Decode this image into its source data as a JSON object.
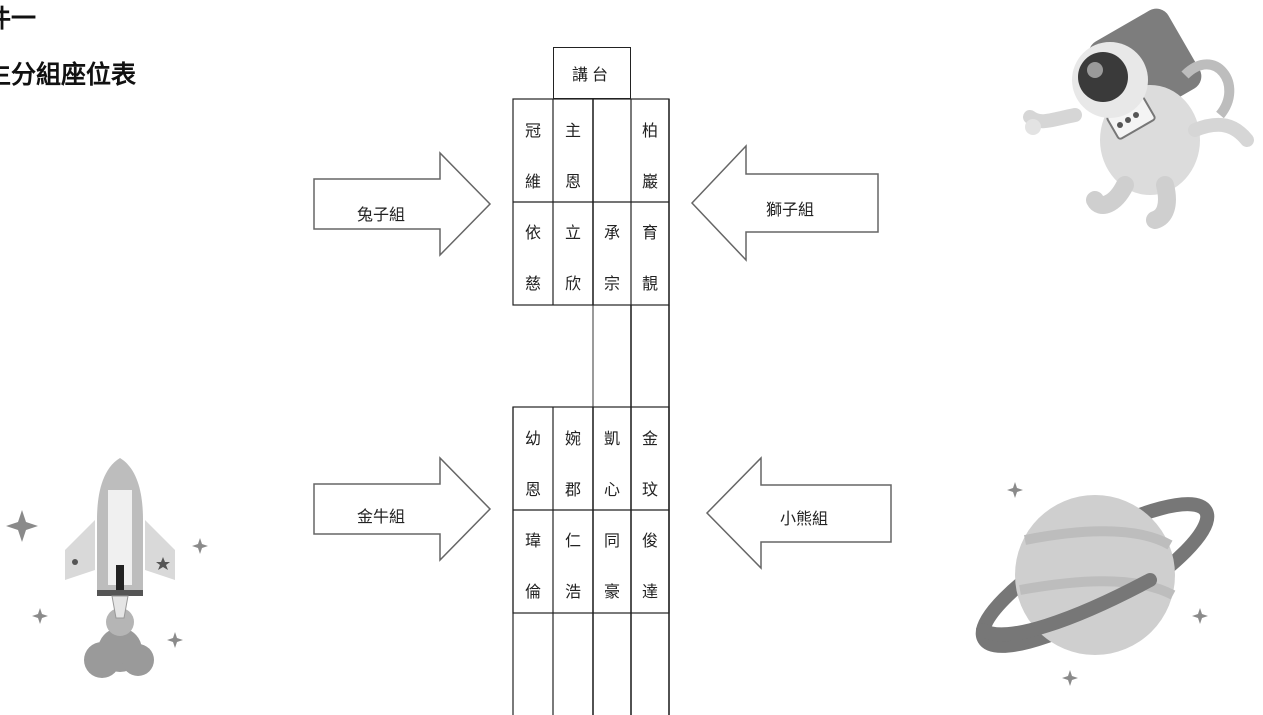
{
  "header": {
    "title_line1": "件一",
    "title_line2": "生分組座位表"
  },
  "podium_label": "講台",
  "groups": [
    {
      "name": "兔子組",
      "direction": "right"
    },
    {
      "name": "獅子組",
      "direction": "left"
    },
    {
      "name": "金牛組",
      "direction": "right"
    },
    {
      "name": "小熊組",
      "direction": "left"
    }
  ],
  "seating_top": {
    "rows": [
      [
        "冠",
        "主",
        "",
        "柏"
      ],
      [
        "維",
        "恩",
        "",
        "巖"
      ],
      [
        "依",
        "立",
        "承",
        "育"
      ],
      [
        "慈",
        "欣",
        "宗",
        "靚"
      ]
    ]
  },
  "seating_bottom": {
    "rows": [
      [
        "幼",
        "婉",
        "凱",
        "金"
      ],
      [
        "恩",
        "郡",
        "心",
        "玟"
      ],
      [
        "瑋",
        "仁",
        "同",
        "俊"
      ],
      [
        "倫",
        "浩",
        "豪",
        "達"
      ]
    ]
  },
  "decorations": [
    "astronaut-illustration",
    "rocket-illustration",
    "planet-illustration",
    "sparkle-icon"
  ],
  "colors": {
    "line": "#222222",
    "light_line": "#9a9a9a",
    "illustration_gray": "#8a8a8a"
  }
}
